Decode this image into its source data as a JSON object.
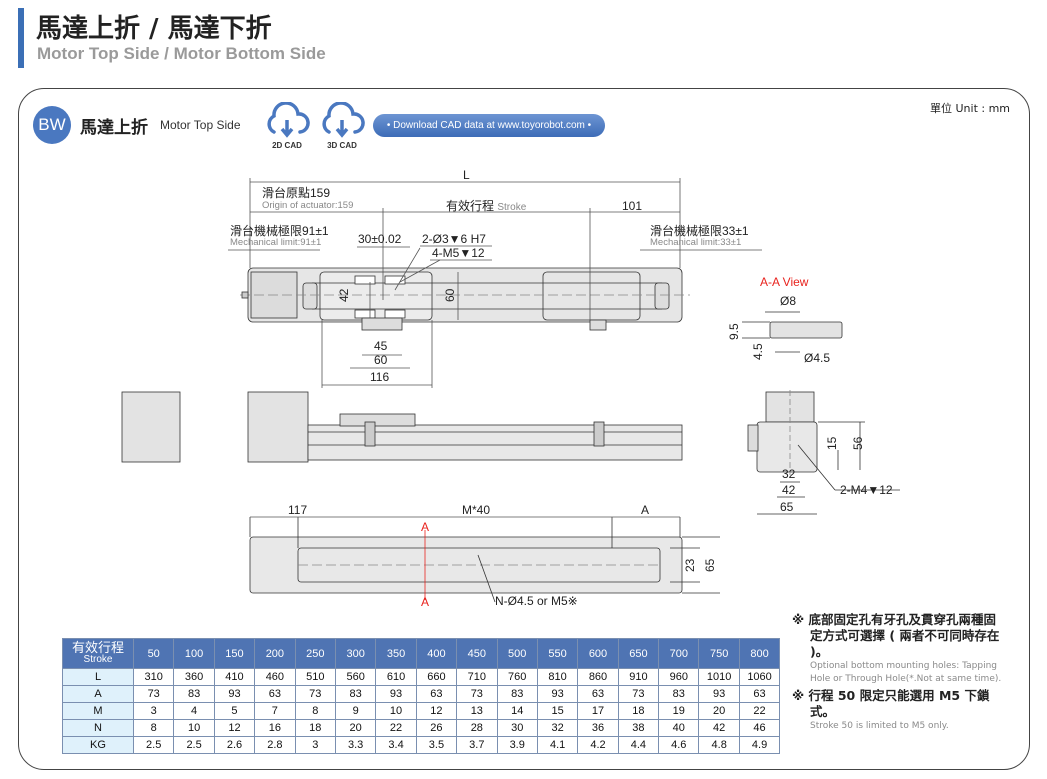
{
  "header": {
    "title": "馬達上折 / 馬達下折",
    "subtitle": "Motor Top Side / Motor Bottom Side"
  },
  "unit": "單位 Unit : mm",
  "section": {
    "badge": "BW",
    "title": "馬達上折",
    "subtitle": "Motor Top Side",
    "cad_2d": "2D CAD",
    "cad_3d": "3D CAD",
    "download": "• Download CAD data at www.toyorobot.com •"
  },
  "accent": "#4a78c0",
  "drawing": {
    "L": "L",
    "origin_zh": "滑台原點159",
    "origin_en": "Origin of actuator:159",
    "stroke_zh": "有效行程",
    "stroke_en": "Stroke",
    "d101": "101",
    "mech_left_zh": "滑台機械極限91±1",
    "mech_left_en": "Mechanical limit:91±1",
    "mech_right_zh": "滑台機械極限33±1",
    "mech_right_en": "Mechanical limit:33±1",
    "d30": "30±0.02",
    "pin": "2-Ø3▼6 H7",
    "tap": "4-M5▼12",
    "d42": "42",
    "d60v": "60",
    "d45": "45",
    "d60": "60",
    "d116": "116",
    "aa_view": "A-A View",
    "phi8": "Ø8",
    "d9_5": "9.5",
    "d4_5": "4.5",
    "phi4_5": "Ø4.5",
    "d15": "15",
    "d56": "56",
    "d32": "32",
    "d42b": "42",
    "d65": "65",
    "m4": "2-M4▼12",
    "d117": "117",
    "m40": "M*40",
    "A": "A",
    "sec_a1": "A",
    "sec_a2": "A",
    "d23": "23",
    "d65v": "65",
    "nhole": "N-Ø4.5 or M5※"
  },
  "table": {
    "header_zh": "有效行程",
    "header_en": "Stroke",
    "strokes": [
      "50",
      "100",
      "150",
      "200",
      "250",
      "300",
      "350",
      "400",
      "450",
      "500",
      "550",
      "600",
      "650",
      "700",
      "750",
      "800"
    ],
    "rows": [
      {
        "label": "L",
        "values": [
          "310",
          "360",
          "410",
          "460",
          "510",
          "560",
          "610",
          "660",
          "710",
          "760",
          "810",
          "860",
          "910",
          "960",
          "1010",
          "1060"
        ]
      },
      {
        "label": "A",
        "values": [
          "73",
          "83",
          "93",
          "63",
          "73",
          "83",
          "93",
          "63",
          "73",
          "83",
          "93",
          "63",
          "73",
          "83",
          "93",
          "63"
        ]
      },
      {
        "label": "M",
        "values": [
          "3",
          "4",
          "5",
          "7",
          "8",
          "9",
          "10",
          "12",
          "13",
          "14",
          "15",
          "17",
          "18",
          "19",
          "20",
          "22"
        ]
      },
      {
        "label": "N",
        "values": [
          "8",
          "10",
          "12",
          "16",
          "18",
          "20",
          "22",
          "26",
          "28",
          "30",
          "32",
          "36",
          "38",
          "40",
          "42",
          "46"
        ]
      },
      {
        "label": "KG",
        "values": [
          "2.5",
          "2.5",
          "2.6",
          "2.8",
          "3",
          "3.3",
          "3.4",
          "3.5",
          "3.7",
          "3.9",
          "4.1",
          "4.2",
          "4.4",
          "4.6",
          "4.8",
          "4.9"
        ]
      }
    ]
  },
  "notes": [
    {
      "zh": "※ 底部固定孔有牙孔及貫穿孔兩種固定方式可選擇 ( 兩者不可同時存在 )。",
      "en": "Optional bottom mounting holes: Tapping Hole or Through Hole(*.Not at same time)."
    },
    {
      "zh": "※ 行程 50 限定只能選用 M5 下鎖式。",
      "en": "Stroke 50 is limited to M5 only."
    }
  ]
}
